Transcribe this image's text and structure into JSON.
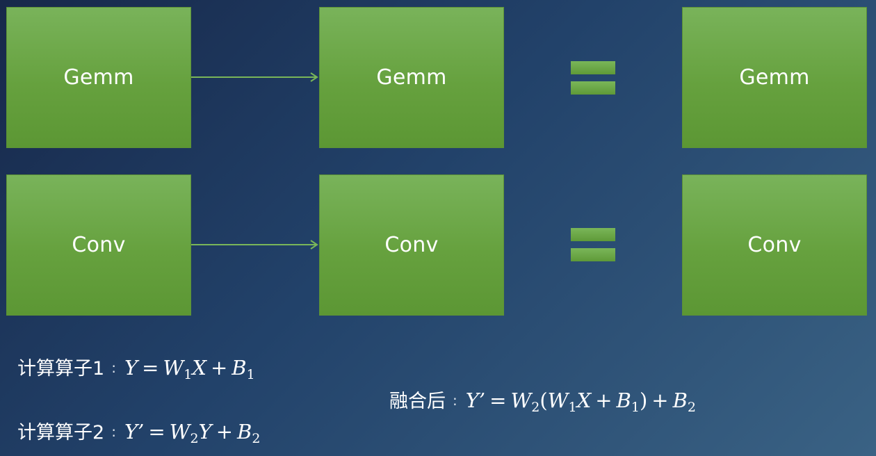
{
  "rows": [
    {
      "left": "Gemm",
      "middle": "Gemm",
      "right": "Gemm"
    },
    {
      "left": "Conv",
      "middle": "Conv",
      "right": "Conv"
    }
  ],
  "formulas": {
    "op1": {
      "label": "计算算子1",
      "colon": ":",
      "lhs": "Y",
      "eq": "=",
      "w": "W",
      "w_sub": "1",
      "x": "X",
      "plus": "+",
      "b": "B",
      "b_sub": "1"
    },
    "op2": {
      "label": "计算算子2",
      "colon": ":",
      "lhs": "Y’",
      "eq": "=",
      "w": "W",
      "w_sub": "2",
      "x": "Y",
      "plus": "+",
      "b": "B",
      "b_sub": "2"
    },
    "fused": {
      "label": "融合后",
      "colon": ":",
      "lhs": "Y’",
      "eq": "=",
      "w2": "W",
      "w2_sub": "2",
      "open": "(",
      "w1": "W",
      "w1_sub": "1",
      "x": "X",
      "plus1": "+",
      "b1": "B",
      "b1_sub": "1",
      "close": ")",
      "plus2": "+",
      "b2": "B",
      "b2_sub": "2"
    }
  },
  "colors": {
    "box": "#6aa543",
    "arrow": "#7ab659",
    "text": "#ffffff"
  }
}
